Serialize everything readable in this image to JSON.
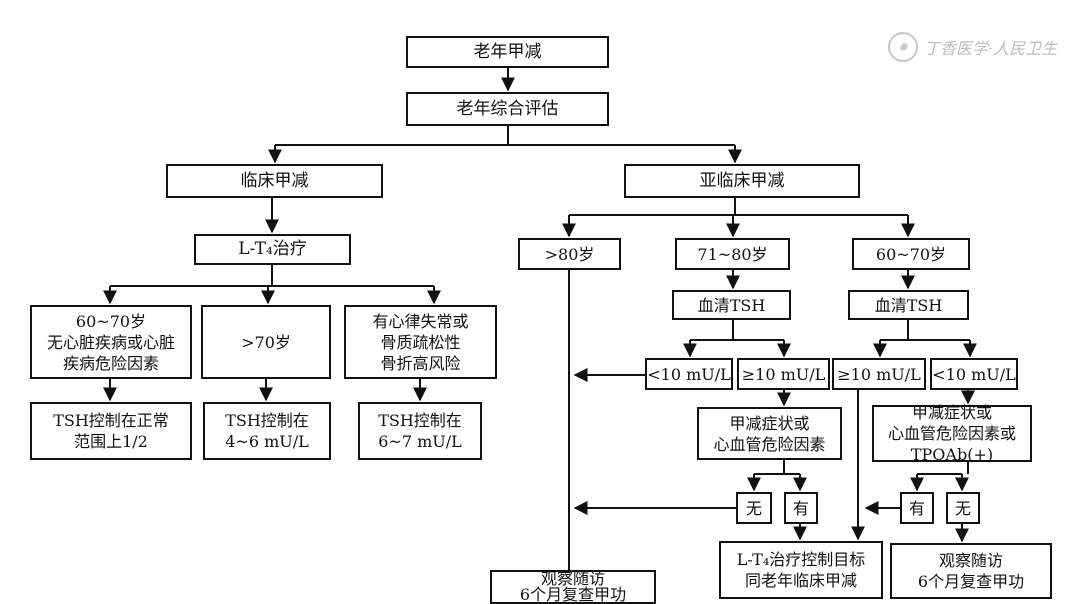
{
  "watermark": {
    "text": "丁香医学·人民卫生",
    "seal": "✺"
  },
  "nodes": {
    "elderly_hypo": "老年甲减",
    "assessment": "老年综合评估",
    "clinical": "临床甲减",
    "subclinical": "亚临床甲减",
    "lt4_therapy": "L-T₄治疗",
    "age_60_70_low_risk": "60~70岁\n无心脏疾病或心脏\n疾病危险因素",
    "age_over_70": ">70岁",
    "arrhythmia_osteo": "有心律失常或\n骨质疏松性\n骨折高风险",
    "target_upper_half": "TSH控制在正常\n范围上1/2",
    "target_4_6": "TSH控制在\n4~6 mU/L",
    "target_6_7": "TSH控制在\n6~7 mU/L",
    "age_over_80": ">80岁",
    "age_71_80": "71~80岁",
    "age_60_70": "60~70岁",
    "serum_tsh_a": "血清TSH",
    "serum_tsh_b": "血清TSH",
    "tsh_lt10_a": "<10 mU/L",
    "tsh_ge10_a": "≥10 mU/L",
    "tsh_ge10_b": "≥10 mU/L",
    "tsh_lt10_b": "<10 mU/L",
    "symptoms_cv_risk": "甲减症状或\n心血管危险因素",
    "symptoms_cv_tpo": "甲减症状或\n心血管危险因素或\nTPOAb(+)",
    "no_a": "无",
    "yes_a": "有",
    "yes_b": "有",
    "no_b": "无",
    "observe_a": "观察随访\n6个月复查甲功",
    "lt4_target_same": "L-T₄治疗控制目标\n同老年临床甲减",
    "observe_b": "观察随访\n6个月复查甲功"
  }
}
